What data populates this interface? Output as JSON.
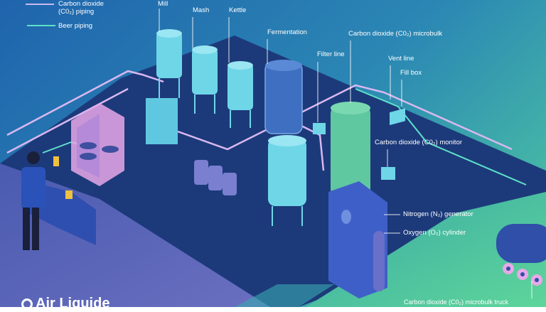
{
  "legend": {
    "co2_piping": "Carbon dioxide (C0₂) piping",
    "beer_piping": "Beer piping"
  },
  "labels": {
    "mill": "Mill",
    "mash": "Mash",
    "kettle": "Kettle",
    "fermentation": "Fermentation",
    "filter_line": "Filter line",
    "co2_microbulk": "Carbon dioxide (C0₂) microbulk",
    "vent_line": "Vent line",
    "fill_box": "Fill box",
    "co2_monitor": "Carbon dioxide (C0₂) monitor",
    "nitrogen_generator": "Nitrogen (N₂) generator",
    "oxygen_cylinder": "Oxygen (O₂) cylinder",
    "co2_truck": "Carbon dioxide (C0₂) microbulk truck"
  },
  "logo": "Air Liquide",
  "colors": {
    "co2_pipe": "#d9b8f0",
    "beer_pipe": "#5fe0c8",
    "floor": "#1c3a7a",
    "tank": "#6fd6e8"
  }
}
